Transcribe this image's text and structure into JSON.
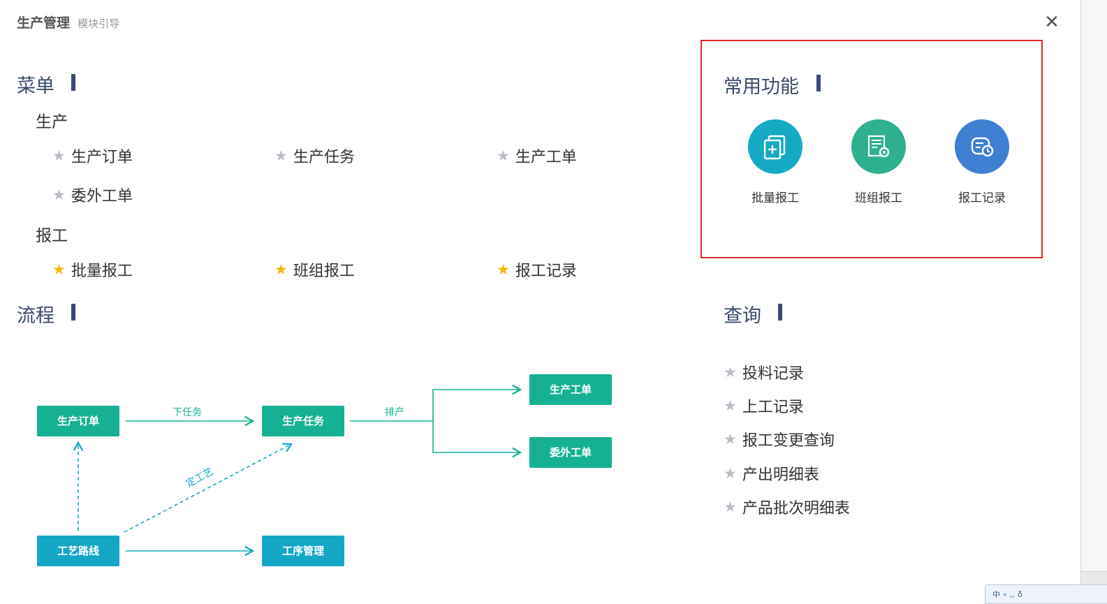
{
  "header": {
    "title": "生产管理",
    "subtitle": "模块引导"
  },
  "menu": {
    "title": "菜单",
    "groups": [
      {
        "title": "生产",
        "items": [
          {
            "label": "生产订单",
            "starred": false
          },
          {
            "label": "生产任务",
            "starred": false
          },
          {
            "label": "生产工单",
            "starred": false
          },
          {
            "label": "委外工单",
            "starred": false
          }
        ]
      },
      {
        "title": "报工",
        "items": [
          {
            "label": "批量报工",
            "starred": true
          },
          {
            "label": "班组报工",
            "starred": true
          },
          {
            "label": "报工记录",
            "starred": true
          }
        ]
      }
    ]
  },
  "favorites": {
    "title": "常用功能",
    "items": [
      {
        "label": "批量报工",
        "icon": "batch-report-icon",
        "color": "#16a9c4"
      },
      {
        "label": "班组报工",
        "icon": "team-report-icon",
        "color": "#2fb08f"
      },
      {
        "label": "报工记录",
        "icon": "report-record-icon",
        "color": "#3f7fd2"
      }
    ]
  },
  "flow": {
    "title": "流程",
    "nodes": {
      "order": "生产订单",
      "task": "生产任务",
      "workorder": "生产工单",
      "outsource": "委外工单",
      "route": "工艺路线",
      "process": "工序管理"
    },
    "edges": {
      "issue": "下任务",
      "schedule": "排产",
      "craft": "定工艺"
    }
  },
  "query": {
    "title": "查询",
    "items": [
      "投料记录",
      "上工记录",
      "报工变更查询",
      "产出明细表",
      "产品批次明细表"
    ]
  },
  "bottom_widget": {
    "text": "中 ∘ ,, ♁"
  },
  "colors": {
    "accent_bar": "#3b4a78",
    "flow_green": "#15b192",
    "flow_blue": "#15a6c6",
    "highlight_border": "#e02525",
    "star_gold": "#f5b800",
    "star_gray": "#b9bec7"
  }
}
